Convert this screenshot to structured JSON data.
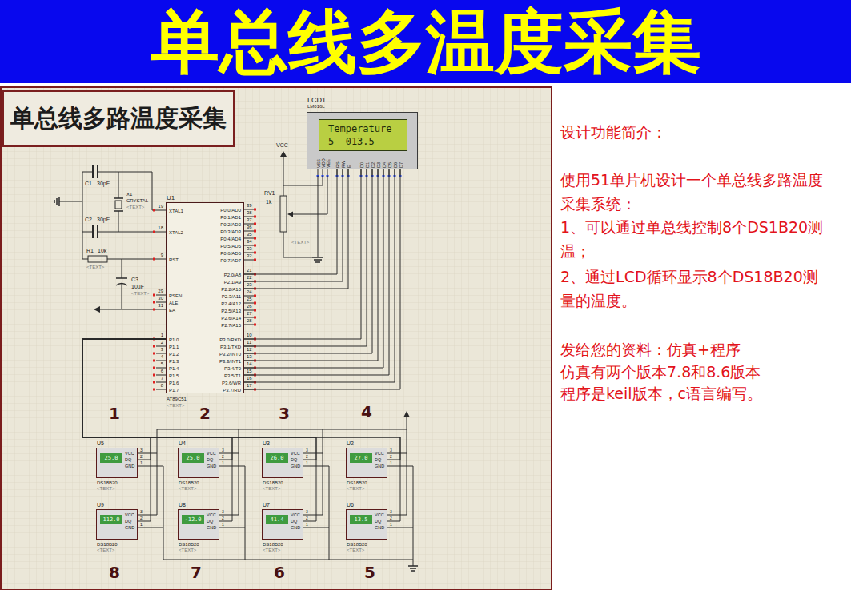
{
  "diagram": {
    "title": "单总线多温度采集",
    "nodes": [
      {
        "text": [
          "单总线多路温度采集"
        ]
      },
      {
        "text": [
          "LCD1",
          "LM016L",
          "VSS",
          "VDD",
          "VEE",
          "RS",
          "RW",
          "E",
          "D0",
          "D1",
          "D2",
          "D3",
          "D4",
          "D5",
          "D6",
          "D7"
        ]
      },
      {
        "text": [
          "Temperature",
          "5  013.5"
        ],
        "in": 1
      },
      {
        "text": [
          "U1",
          "XTAL1",
          "XTAL2",
          "RST",
          "PSEN",
          "ALE",
          "EA",
          "P1.0",
          "P1.1",
          "P1.2",
          "P1.3",
          "P1.4",
          "P1.5",
          "P1.6",
          "P1.7",
          "P0.0/AD0",
          "P0.1/AD1",
          "P0.2/AD2",
          "P0.3/AD3",
          "P0.4/AD4",
          "P0.5/AD5",
          "P0.6/AD6",
          "P0.7/AD7",
          "P2.0/A8",
          "P2.1/A9",
          "P2.2/A10",
          "P2.3/A11",
          "P2.4/A12",
          "P2.5/A13",
          "P2.6/A14",
          "P2.7/A15",
          "P3.0/RXD",
          "P3.1/TXD",
          "P3.2/INT0",
          "P3.3/INT1",
          "P3.4/T0",
          "P3.5/T1",
          "P3.6/WR",
          "P3.7/RD",
          "AT89C51",
          "<TEXT>"
        ]
      },
      {
        "text": [
          "U5",
          "25.0",
          "VCC",
          "DQ",
          "GND",
          "DS18B20",
          "<TEXT>"
        ]
      },
      {
        "text": [
          "U4",
          "25.0",
          "VCC",
          "DQ",
          "GND",
          "DS18B20",
          "<TEXT>"
        ]
      },
      {
        "text": [
          "U3",
          "26.0",
          "VCC",
          "DQ",
          "GND",
          "DS18B20",
          "<TEXT>"
        ]
      },
      {
        "text": [
          "U2",
          "27.0",
          "VCC",
          "DQ",
          "GND",
          "DS18B20",
          "<TEXT>"
        ]
      },
      {
        "text": [
          "U9",
          "112.0",
          "VCC",
          "DQ",
          "GND",
          "DS18B20",
          "<TEXT>"
        ]
      },
      {
        "text": [
          "U8",
          "-12.0",
          "VCC",
          "DQ",
          "GND",
          "DS18B20",
          "<TEXT>"
        ]
      },
      {
        "text": [
          "U7",
          "41.4",
          "VCC",
          "DQ",
          "GND",
          "DS18B20",
          "<TEXT>"
        ]
      },
      {
        "text": [
          "U6",
          "13.5",
          "VCC",
          "DQ",
          "GND",
          "DS18B20",
          "<TEXT>"
        ]
      }
    ],
    "edges": [
      {
        "from": 3,
        "to": 1,
        "arrow": "none"
      },
      {
        "from": 3,
        "to": 1,
        "arrow": "none"
      },
      {
        "from": 3,
        "to": 1,
        "arrow": "none"
      },
      {
        "from": 3,
        "to": 1,
        "arrow": "none"
      },
      {
        "from": 3,
        "to": 1,
        "arrow": "none"
      },
      {
        "from": 3,
        "to": 1,
        "arrow": "none"
      },
      {
        "from": 3,
        "to": 1,
        "arrow": "none"
      },
      {
        "from": 3,
        "to": 1,
        "arrow": "none"
      },
      {
        "from": 3,
        "to": 1,
        "arrow": "none"
      },
      {
        "from": 3,
        "to": 1,
        "arrow": "none"
      },
      {
        "from": 3,
        "to": 1,
        "arrow": "none"
      },
      {
        "from": 3,
        "to": 4,
        "arrow": "none"
      },
      {
        "from": 3,
        "to": 5,
        "arrow": "none"
      },
      {
        "from": 3,
        "to": 6,
        "arrow": "none"
      },
      {
        "from": 3,
        "to": 7,
        "arrow": "none"
      },
      {
        "from": 3,
        "to": 8,
        "arrow": "none"
      },
      {
        "from": 3,
        "to": 9,
        "arrow": "none"
      },
      {
        "from": 3,
        "to": 10,
        "arrow": "none"
      },
      {
        "from": 3,
        "to": 11,
        "arrow": "none"
      }
    ],
    "labels": [
      "设计功能简介：",
      "使用51单片机设计一个单总线多路温度采集系统：",
      "1、可以通过单总线控制8个DS1B20测温；",
      "2、通过LCD循环显示8个DS18B20测量的温度。",
      "发给您的资料：仿真+程序",
      "仿真有两个版本7.8和8.6版本",
      "程序是keil版本，c语言编写。",
      "C1",
      "30pF",
      "X1",
      "CRYSTAL",
      "<TEXT>",
      "C2",
      "30pF",
      "R1",
      "10k",
      "<TEXT>",
      "C3",
      "10uF",
      "<TEXT>",
      "VCC",
      "RV1",
      "1k",
      "<TEXT>",
      "1",
      "2",
      "3",
      "4",
      "8",
      "7",
      "6",
      "5",
      "19",
      "18",
      "9",
      "29",
      "30",
      "31",
      "1",
      "2",
      "3",
      "4",
      "5",
      "6",
      "7",
      "8",
      "39",
      "38",
      "37",
      "36",
      "35",
      "34",
      "33",
      "32",
      "21",
      "22",
      "23",
      "24",
      "25",
      "26",
      "27",
      "28",
      "10",
      "11",
      "12",
      "13",
      "14",
      "15",
      "16",
      "17",
      "3",
      "2",
      "1",
      "3",
      "2",
      "1",
      "3",
      "2",
      "1",
      "3",
      "2",
      "1",
      "3",
      "2",
      "1",
      "3",
      "2",
      "1",
      "3",
      "2",
      "1",
      "3",
      "2",
      "1"
    ]
  }
}
